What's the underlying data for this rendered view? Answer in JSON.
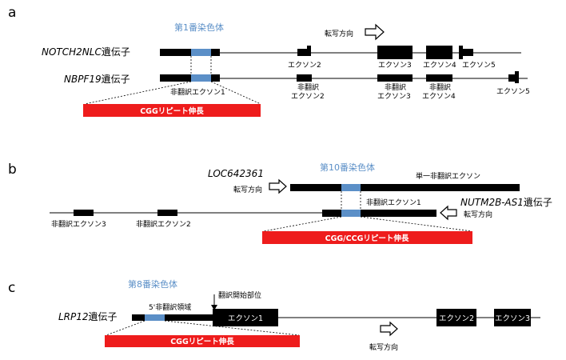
{
  "panels": {
    "a": {
      "letter": "a",
      "chromosome": "第1番染色体",
      "gene1": {
        "name": "NOTCH2NLC",
        "suffix": "遺伝子"
      },
      "gene2": {
        "name": "NBPF19",
        "suffix": "遺伝子"
      },
      "transcription": "転写方向",
      "exon2": "エクソン2",
      "exon3": "エクソン3",
      "exon4": "エクソン4",
      "exon5": "エクソン5",
      "nt_exon1": "非翻訳エクソン1",
      "nt_exon2": [
        "非翻訳",
        "エクソン2"
      ],
      "nt_exon3": [
        "非翻訳",
        "エクソン3"
      ],
      "nt_exon4": [
        "非翻訳",
        "エクソン4"
      ],
      "nbpf_exon5": "エクソン5",
      "repeat": "CGGリピート伸長"
    },
    "b": {
      "letter": "b",
      "chromosome": "第10番染色体",
      "gene1": {
        "name": "LOC642361",
        "suffix": ""
      },
      "gene2": {
        "name": "NUTM2B-AS1",
        "suffix": "遺伝子"
      },
      "transcription_left": "転写方向",
      "transcription_right": "転写方向",
      "single_exon": "単一非翻訳エクソン",
      "nt_exon1": "非翻訳エクソン1",
      "nt_exon2": "非翻訳エクソン2",
      "nt_exon3": "非翻訳エクソン3",
      "repeat": "CGG/CCGリピート伸長"
    },
    "c": {
      "letter": "c",
      "chromosome": "第8番染色体",
      "gene": {
        "name": "LRP12",
        "suffix": "遺伝子"
      },
      "utr": "5'非翻訳領域",
      "start_site": "翻訳開始部位",
      "exon1": "エクソン1",
      "exon2": "エクソン2",
      "exon3": "エクソン3",
      "transcription": "転写方向",
      "repeat": "CGGリピート伸長"
    }
  },
  "colors": {
    "repeat_red": "#ee1c1c",
    "repeat_blue": "#5b8fc7",
    "line": "#000000"
  }
}
